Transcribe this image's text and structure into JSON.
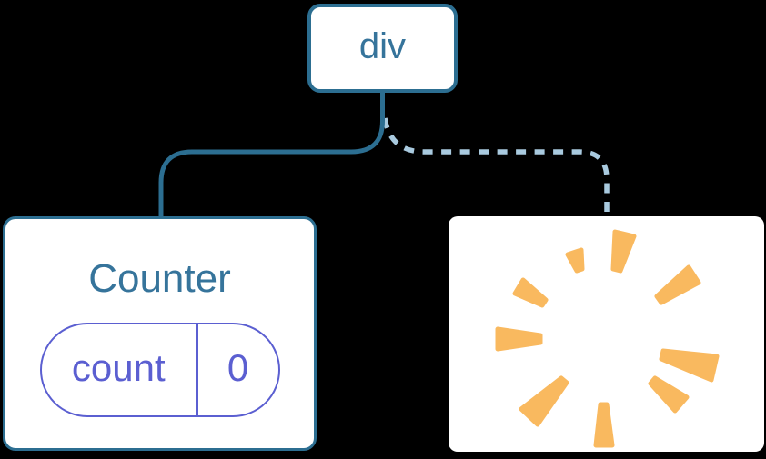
{
  "page": {
    "background": "#000000"
  },
  "colors": {
    "background": "#000000",
    "card_bg": "#ffffff",
    "teal_border": "#2C6E91",
    "teal_text": "#36749B",
    "solid_edge": "#2C6E91",
    "dashed_edge": "#A9CADF",
    "purple": "#5B5FD1",
    "poof_orange": "#F9B95F"
  },
  "tree": {
    "root": {
      "label": "div"
    },
    "counter": {
      "title": "Counter",
      "state_key": "count",
      "state_value": "0"
    },
    "removed": {
      "icon": "poof-burst"
    },
    "edges": {
      "left": "solid",
      "right": "dashed"
    }
  }
}
